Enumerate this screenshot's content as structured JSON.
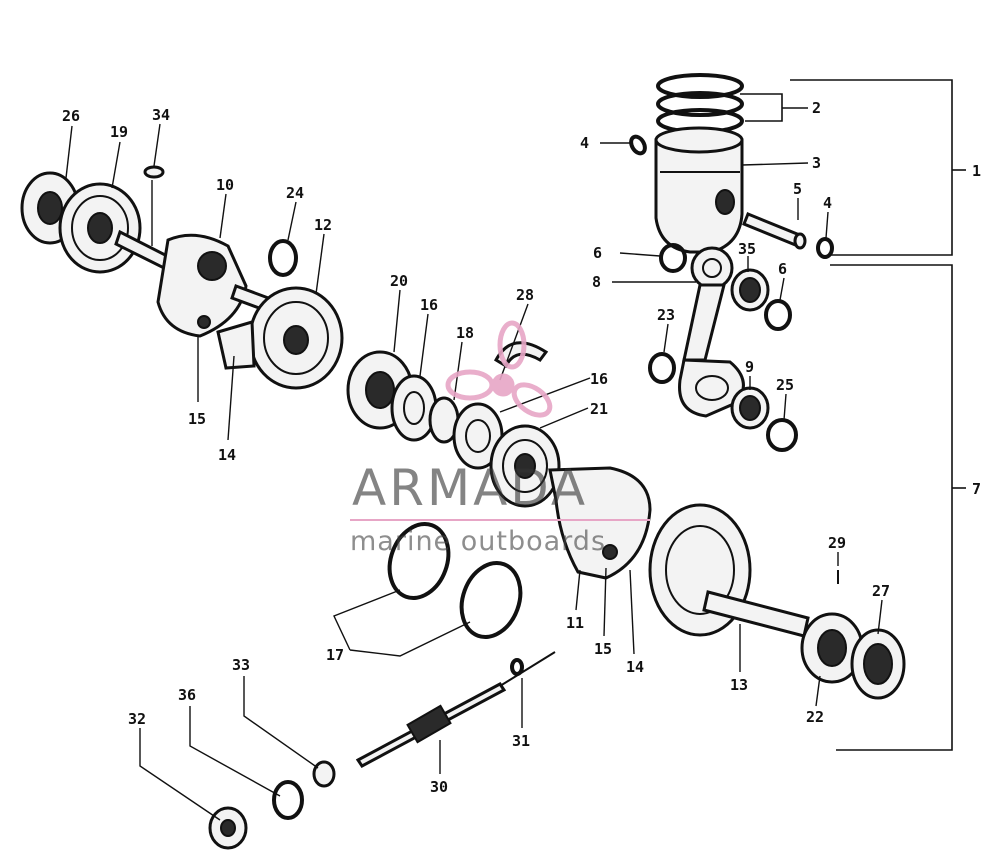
{
  "labels": {
    "l1": "1",
    "l2": "2",
    "l3": "3",
    "l4a": "4",
    "l4b": "4",
    "l5": "5",
    "l6a": "6",
    "l6b": "6",
    "l7": "7",
    "l8": "8",
    "l9": "9",
    "l10": "10",
    "l11": "11",
    "l12": "12",
    "l13": "13",
    "l14a": "14",
    "l14b": "14",
    "l15a": "15",
    "l15b": "15",
    "l16a": "16",
    "l16b": "16",
    "l17": "17",
    "l18": "18",
    "l19": "19",
    "l20": "20",
    "l21": "21",
    "l22": "22",
    "l23": "23",
    "l24": "24",
    "l25": "25",
    "l26": "26",
    "l27": "27",
    "l28": "28",
    "l29": "29",
    "l30": "30",
    "l31": "31",
    "l32": "32",
    "l33": "33",
    "l34": "34",
    "l35": "35",
    "l36": "36"
  },
  "watermark": {
    "brand": "ARMADA",
    "tagline": "marine outboards",
    "accent_color": "#e7a6c6"
  }
}
